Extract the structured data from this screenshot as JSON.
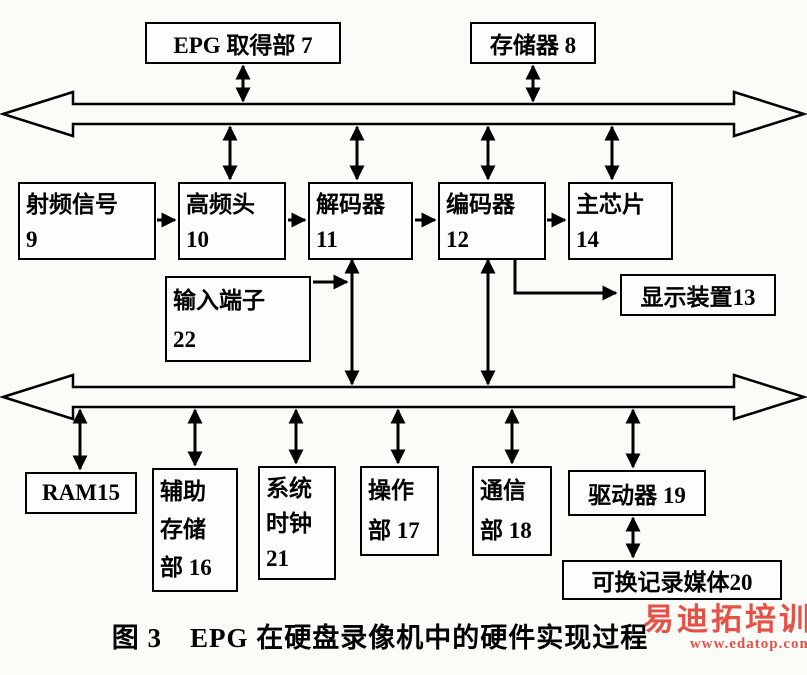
{
  "diagram": {
    "boxes": {
      "epg_unit": "EPG 取得部 7",
      "memory": "存储器 8",
      "rf_signal": [
        "射频信号",
        "9"
      ],
      "tuner": [
        "高频头",
        "10"
      ],
      "decoder": [
        "解码器",
        "11"
      ],
      "encoder": [
        "编码器",
        "12"
      ],
      "main_chip": [
        "主芯片",
        "14"
      ],
      "input_terminal": [
        "输入端子",
        "22"
      ],
      "display_device": "显示装置13",
      "ram": "RAM15",
      "aux_storage": [
        "辅助",
        "存储",
        "部 16"
      ],
      "system_clock": [
        "系统",
        "时钟",
        "21"
      ],
      "operation_unit": [
        "操作",
        "部 17"
      ],
      "comm_unit": [
        "通信",
        "部 18"
      ],
      "driver": "驱动器 19",
      "removable_media": "可换记录媒体20"
    },
    "caption": "图 3　EPG 在硬盘录像机中的硬件实现过程"
  },
  "watermark": {
    "brand": "易迪拓培训",
    "url": "www.edatop.com"
  },
  "colors": {
    "line": "#000000",
    "bus_fill": "#fbfbf8",
    "watermark": "#e23a2e",
    "background": "#fbfbf8"
  }
}
